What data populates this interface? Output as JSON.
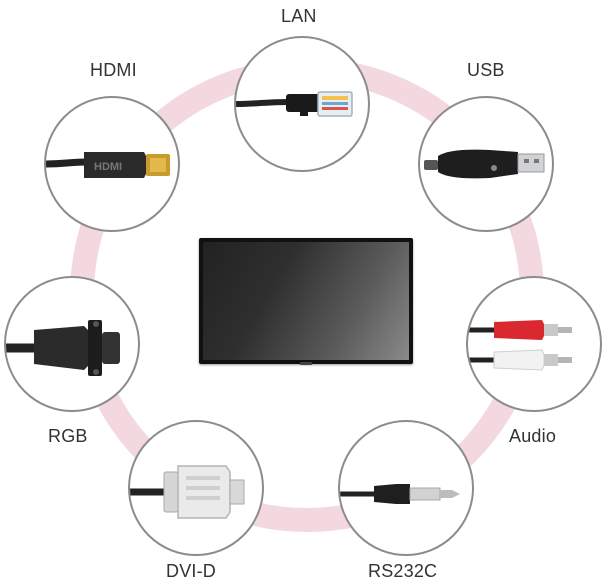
{
  "diagram": {
    "center": {
      "icon": "display-monitor-icon"
    },
    "nodes": [
      {
        "id": "lan",
        "label": "LAN",
        "icon": "ethernet-cable-icon"
      },
      {
        "id": "hdmi",
        "label": "HDMI",
        "icon": "hdmi-cable-icon"
      },
      {
        "id": "usb",
        "label": "USB",
        "icon": "usb-dongle-icon"
      },
      {
        "id": "rgb",
        "label": "RGB",
        "icon": "vga-cable-icon"
      },
      {
        "id": "audio",
        "label": "Audio",
        "icon": "rca-audio-cable-icon"
      },
      {
        "id": "dvid",
        "label": "DVI-D",
        "icon": "dvi-cable-icon"
      },
      {
        "id": "rs232c",
        "label": "RS232C",
        "icon": "jack-plug-icon"
      }
    ],
    "ring_color": "#f3d9df",
    "border_color": "#8c8c8c"
  }
}
